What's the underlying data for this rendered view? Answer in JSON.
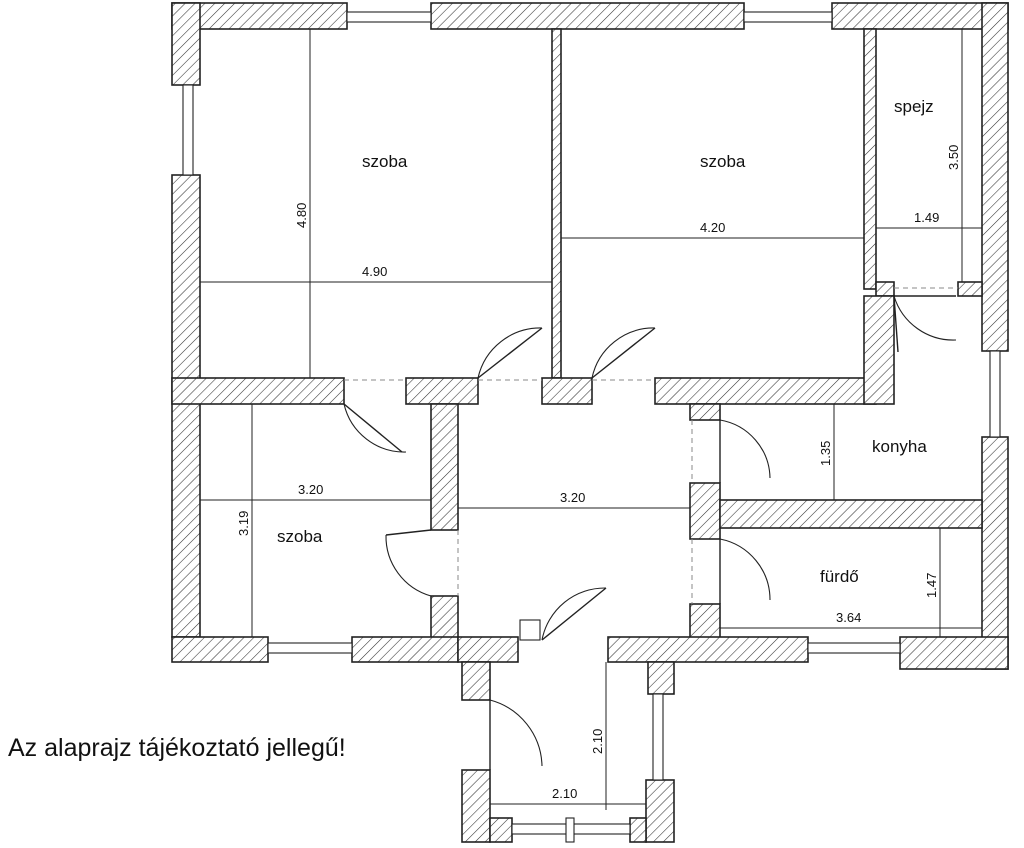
{
  "rooms": {
    "room_top_left": "szoba",
    "room_top_middle": "szoba",
    "pantry": "spejz",
    "room_bottom_left": "szoba",
    "kitchen": "konyha",
    "bathroom": "fürdő"
  },
  "dimensions": {
    "top_left_height": "4.80",
    "top_left_width": "4.90",
    "top_middle_width": "4.20",
    "pantry_height": "3.50",
    "pantry_width": "1.49",
    "bottom_left_width": "3.20",
    "bottom_left_height": "3.19",
    "hall_width": "3.20",
    "kitchen_height": "1.35",
    "bathroom_height": "1.47",
    "bathroom_width": "3.64",
    "entry_height": "2.10",
    "entry_width": "2.10"
  },
  "disclaimer": "Az alaprajz tájékoztató jellegű!"
}
